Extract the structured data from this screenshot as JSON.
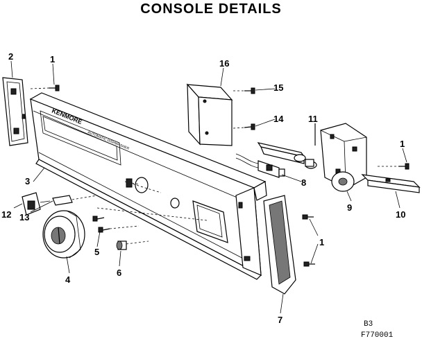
{
  "title": "CONSOLE DETAILS",
  "labels": {
    "p1a": "1",
    "p1b": "1",
    "p1c": "1",
    "p2": "2",
    "p3": "3",
    "p4": "4",
    "p5": "5",
    "p6": "6",
    "p7": "7",
    "p8": "8",
    "p9": "9",
    "p10": "10",
    "p11": "11",
    "p12": "12",
    "p13": "13",
    "p14": "14",
    "p15": "15",
    "p16": "16"
  },
  "codes": {
    "page": "B3",
    "figure": "F770001"
  },
  "panel_text": {
    "brand": "KENMORE",
    "subtitle": "AUTOMATIC DISHWASHER"
  }
}
